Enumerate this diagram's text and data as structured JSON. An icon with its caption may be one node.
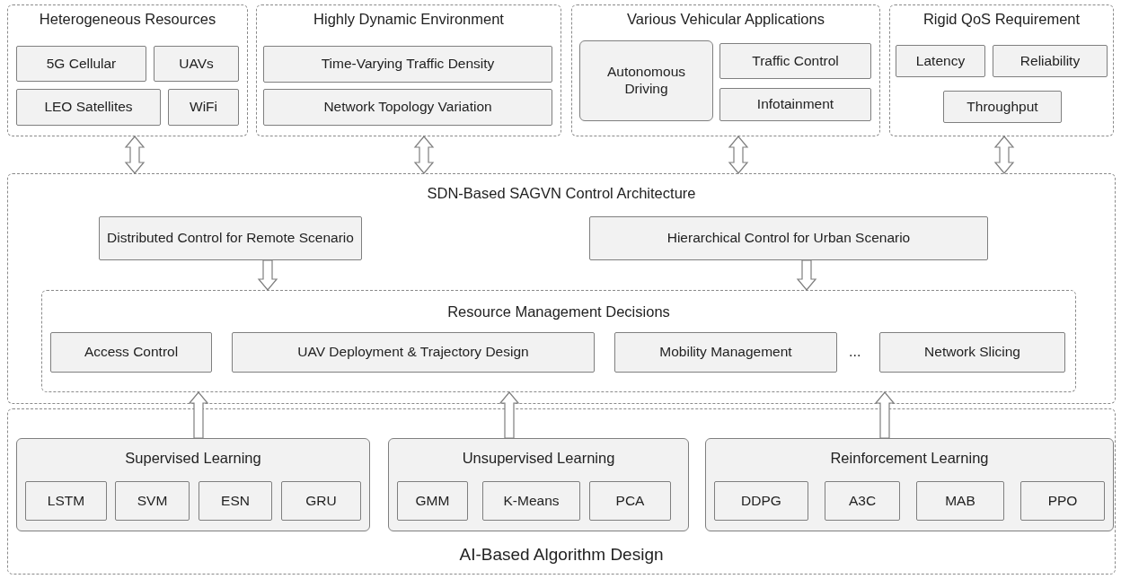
{
  "diagram": {
    "nodes": [
      {
        "text": [
          "Heterogeneous Resources"
        ]
      },
      {
        "text": [
          "5G Cellular"
        ],
        "in": 0
      },
      {
        "text": [
          "UAVs"
        ],
        "in": 0
      },
      {
        "text": [
          "LEO Satellites"
        ],
        "in": 0
      },
      {
        "text": [
          "WiFi"
        ],
        "in": 0
      },
      {
        "text": [
          "Highly Dynamic Environment"
        ]
      },
      {
        "text": [
          "Time-Varying Traffic Density"
        ],
        "in": 5
      },
      {
        "text": [
          "Network Topology Variation"
        ],
        "in": 5
      },
      {
        "text": [
          "Various Vehicular Applications"
        ]
      },
      {
        "text": [
          "Autonomous Driving"
        ],
        "in": 8
      },
      {
        "text": [
          "Traffic Control"
        ],
        "in": 8
      },
      {
        "text": [
          "Infotainment"
        ],
        "in": 8
      },
      {
        "text": [
          "Rigid QoS Requirement"
        ]
      },
      {
        "text": [
          "Latency"
        ],
        "in": 12
      },
      {
        "text": [
          "Reliability"
        ],
        "in": 12
      },
      {
        "text": [
          "Throughput"
        ],
        "in": 12
      },
      {
        "text": [
          "SDN-Based SAGVN Control Architecture"
        ]
      },
      {
        "text": [
          "Distributed Control for Remote Scenario"
        ],
        "in": 16
      },
      {
        "text": [
          "Hierarchical Control for Urban Scenario"
        ],
        "in": 16
      },
      {
        "text": [
          "Resource Management Decisions"
        ],
        "in": 16
      },
      {
        "text": [
          "Access Control"
        ],
        "in": 19
      },
      {
        "text": [
          "UAV Deployment & Trajectory Design"
        ],
        "in": 19
      },
      {
        "text": [
          "Mobility Management"
        ],
        "in": 19
      },
      {
        "text": [
          "Network Slicing"
        ],
        "in": 19
      },
      {
        "text": [
          "AI-Based Algorithm Design"
        ]
      },
      {
        "text": [
          "Supervised Learning"
        ],
        "in": 24
      },
      {
        "text": [
          "LSTM"
        ],
        "in": 25
      },
      {
        "text": [
          "SVM"
        ],
        "in": 25
      },
      {
        "text": [
          "ESN"
        ],
        "in": 25
      },
      {
        "text": [
          "GRU"
        ],
        "in": 25
      },
      {
        "text": [
          "Unsupervised Learning"
        ],
        "in": 24
      },
      {
        "text": [
          "GMM"
        ],
        "in": 30
      },
      {
        "text": [
          "K-Means"
        ],
        "in": 30
      },
      {
        "text": [
          "PCA"
        ],
        "in": 30
      },
      {
        "text": [
          "Reinforcement Learning"
        ],
        "in": 24
      },
      {
        "text": [
          "DDPG"
        ],
        "in": 34
      },
      {
        "text": [
          "A3C"
        ],
        "in": 34
      },
      {
        "text": [
          "MAB"
        ],
        "in": 34
      },
      {
        "text": [
          "PPO"
        ],
        "in": 34
      }
    ],
    "edges": [
      {
        "from": 0,
        "to": 16,
        "arrow": "both"
      },
      {
        "from": 5,
        "to": 16,
        "arrow": "both"
      },
      {
        "from": 8,
        "to": 16,
        "arrow": "both"
      },
      {
        "from": 12,
        "to": 16,
        "arrow": "both"
      },
      {
        "from": 17,
        "to": 19,
        "arrow": "to"
      },
      {
        "from": 18,
        "to": 19,
        "arrow": "to"
      },
      {
        "from": 25,
        "to": 19,
        "arrow": "to"
      },
      {
        "from": 30,
        "to": 19,
        "arrow": "to"
      },
      {
        "from": 34,
        "to": 19,
        "arrow": "to"
      }
    ],
    "labels": [
      "..."
    ]
  }
}
